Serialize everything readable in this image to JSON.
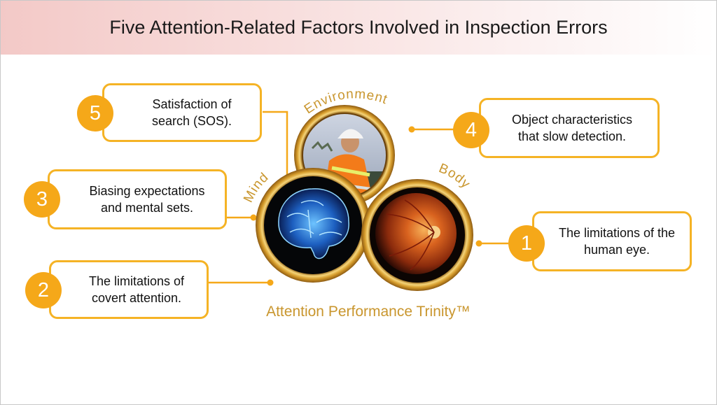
{
  "title": "Five Attention-Related Factors Involved in Inspection Errors",
  "trinity": {
    "environment_label": "Environment",
    "mind_label": "Mind",
    "body_label": "Body",
    "caption": "Attention Performance Trinity™"
  },
  "factors": [
    {
      "number": "5",
      "line1": "Satisfaction of",
      "line2": "search (SOS)."
    },
    {
      "number": "4",
      "line1": "Object characteristics",
      "line2": "that slow detection."
    },
    {
      "number": "3",
      "line1": "Biasing expectations",
      "line2": "and mental sets."
    },
    {
      "number": "1",
      "line1": "The limitations of the",
      "line2": "human eye."
    },
    {
      "number": "2",
      "line1": "The limitations of",
      "line2": "covert attention."
    }
  ],
  "colors": {
    "accent": "#f5a819",
    "box_border": "#f5b325",
    "gold": "#c9962e",
    "title_gradient_start": "#f3c9c7"
  }
}
